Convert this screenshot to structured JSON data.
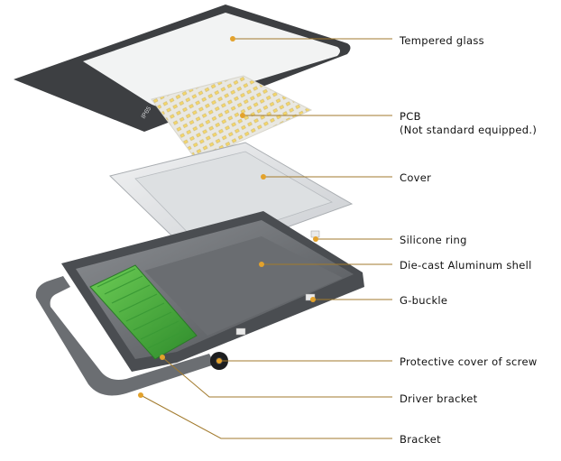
{
  "glass_marking": "IP65",
  "colors": {
    "accent_dot": "#e3a22c",
    "leader_line": "#a27a2c",
    "driver_green": "#3fa83a",
    "glass_frame": "#3d3f42",
    "housing": "#5f6265"
  },
  "labels": {
    "tempered_glass": "Tempered glass",
    "pcb": "PCB",
    "pcb_note": "(Not standard equipped.)",
    "cover": "Cover",
    "silicone_ring": "Silicone ring",
    "die_cast_shell": "Die-cast  Aluminum shell",
    "g_buckle": "G-buckle",
    "protective_cover_screw": "Protective cover of screw",
    "driver_bracket": "Driver bracket",
    "bracket": "Bracket"
  }
}
